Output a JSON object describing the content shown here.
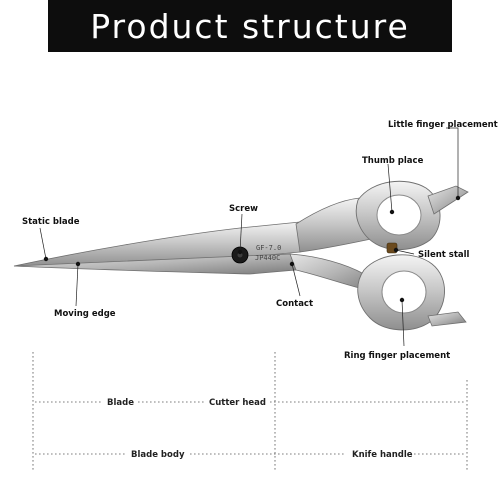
{
  "title": "Product structure",
  "engraving": {
    "line1": "GF-7.0",
    "line2": "JP440C"
  },
  "callouts": {
    "little_finger": "Little finger placement",
    "thumb": "Thumb place",
    "screw": "Screw",
    "static_blade": "Static blade",
    "silent_stall": "Silent stall",
    "moving_edge": "Moving edge",
    "contact": "Contact",
    "ring_finger": "Ring finger placement"
  },
  "dimensions": {
    "row1": {
      "left": "Blade",
      "right": "Cutter head"
    },
    "row2": {
      "left": "Blade body",
      "right": "Knife handle"
    }
  }
}
